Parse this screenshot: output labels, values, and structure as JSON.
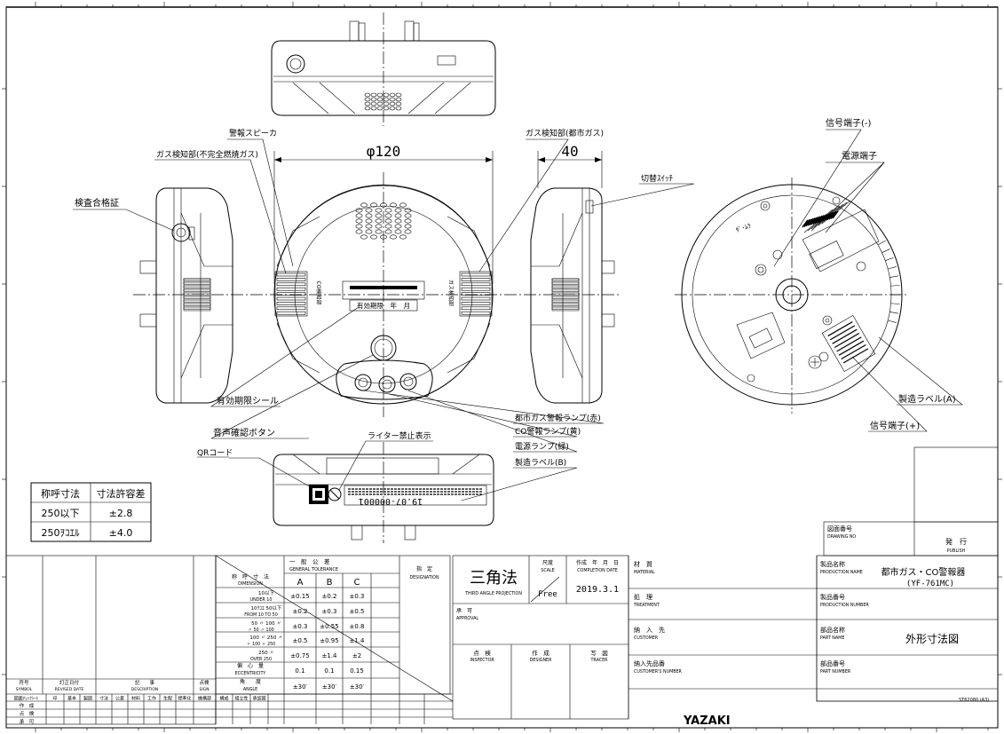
{
  "view_labels": {
    "alarm_speaker": "警報スピーカ",
    "gas_sensor_co": "ガス検知部(不完全燃焼ガス)",
    "gas_sensor_city": "ガス検知部(都市ガス)",
    "inspection_cert": "検査合格証",
    "switch": "切替ｽｲｯﾁ",
    "signal_minus": "信号端子(-)",
    "power_terminal": "電源端子",
    "expiry_seal": "有効期限シール",
    "voice_button": "音声確認ボタン",
    "lighter_prohibit": "ライター禁止表示",
    "qr_code": "QRコード",
    "city_gas_lamp": "都市ガス警報ランプ(赤)",
    "co_lamp": "CO警報ランプ(黄)",
    "power_lamp": "電源ランプ(緑)",
    "mfg_label_b": "製造ラベル(B)",
    "mfg_label_a": "製造ラベル(A)",
    "signal_plus": "信号端子(+)",
    "expiry_text": "有効期限　年　月",
    "serial_text": "19.07-000001"
  },
  "dimensions": {
    "diameter": "φ120",
    "depth": "40"
  },
  "tolerance_small": {
    "header": [
      "称呼寸法",
      "寸法許容差"
    ],
    "rows": [
      [
        "250以下",
        "±2.8"
      ],
      [
        "250ｦｺｴﾙ",
        "±4.0"
      ]
    ]
  },
  "general_tolerance": {
    "title": "一　般　公　差",
    "title_en": "GENERAL TOLERANCE",
    "dim_label": "称　呼　寸　法",
    "dim_label_en": "DIMENSION",
    "cols": [
      "A",
      "B",
      "C"
    ],
    "rows": [
      {
        "label": "10以下",
        "label2": "UNDER 10",
        "values": [
          "±0.15",
          "±0.2",
          "±0.3"
        ]
      },
      {
        "label": "10ｦｺｴ 50以下",
        "label2": "FROM 10 TO 50",
        "values": [
          "±0.2",
          "±0.3",
          "±0.5"
        ]
      },
      {
        "label": "50 〃 100 〃",
        "label2": "〃 50 〃 100",
        "values": [
          "±0.3",
          "±0.55",
          "±0.8"
        ]
      },
      {
        "label": "100 〃 250 〃",
        "label2": "〃 100 〃 250",
        "values": [
          "±0.5",
          "±0.95",
          "±1.4"
        ]
      },
      {
        "label": "250 〃",
        "label2": "OVER 250",
        "values": [
          "±0.75",
          "±1.4",
          "±2"
        ]
      }
    ],
    "eccentricity": {
      "label": "偏　心　量",
      "label_en": "ECCENTRICITY",
      "values": [
        "0.1",
        "0.1",
        "0.15"
      ]
    },
    "angle": {
      "label": "角　　度",
      "label_en": "ANGLE",
      "values": [
        "±30′",
        "±30′",
        "±30′"
      ]
    },
    "designation": "指　定",
    "designation_en": "DESIGNATION"
  },
  "revision": {
    "symbol": "符号",
    "symbol_en": "SYMBOL",
    "date": "訂正日付",
    "date_en": "REVISED DATE",
    "desc": "記　　事",
    "desc_en": "DESCRIPTION",
    "sign": "点検",
    "sign_en": "SIGN",
    "check_row": [
      "図面ﾁｪｯｸｼｰﾄ",
      "印",
      "基本",
      "製図",
      "寸法",
      "公差",
      "材料",
      "工作",
      "生配",
      "標準化",
      "機構部",
      "構成",
      "組立性",
      "承認図"
    ],
    "check_labels": [
      "作　成",
      "点　検",
      "承　可"
    ]
  },
  "title_block": {
    "projection": "三角法",
    "projection_en": "THIRD ANGLE PROJECTION",
    "scale_label": "尺度",
    "scale_en": "SCALE",
    "scale_value": "Free",
    "date_label": "作成　年　月　日",
    "date_en": "COMPLETION DATE",
    "date_value": "2019.3.1",
    "approval": "承　可",
    "approval_en": "APPROVAL",
    "inspector": "点　検",
    "inspector_en": "INSPECTOR",
    "designer": "作　成",
    "designer_en": "DESIGNER",
    "tracer": "写　図",
    "tracer_en": "TRACER",
    "material": "材　質",
    "material_en": "MATERIAL",
    "treatment": "処　理",
    "treatment_en": "TREATMENT",
    "customer": "納　入　先",
    "customer_en": "CUSTOMER",
    "customer_part": "納入先品番",
    "customer_part_en": "CUSTOMER'S NUMBER",
    "product_name_label": "製品名称",
    "product_name_en": "PRODUCTION NAME",
    "product_name": "都市ガス・CO警報器",
    "product_model": "(YF-761MC)",
    "product_no_label": "製品番号",
    "product_no_en": "PRODUCTION NUMBER",
    "part_name_label": "部品名称",
    "part_name_en": "PART NAME",
    "part_name": "外形寸法図",
    "part_no_label": "部品番号",
    "part_no_en": "PART NUMBER",
    "drawing_no_label": "図面番号",
    "drawing_no_en": "DRAWING NO",
    "publish": "発　行",
    "publish_en": "PUBLISH",
    "form_code": "ST62080 (A3)",
    "brand": "YAZAKI"
  }
}
